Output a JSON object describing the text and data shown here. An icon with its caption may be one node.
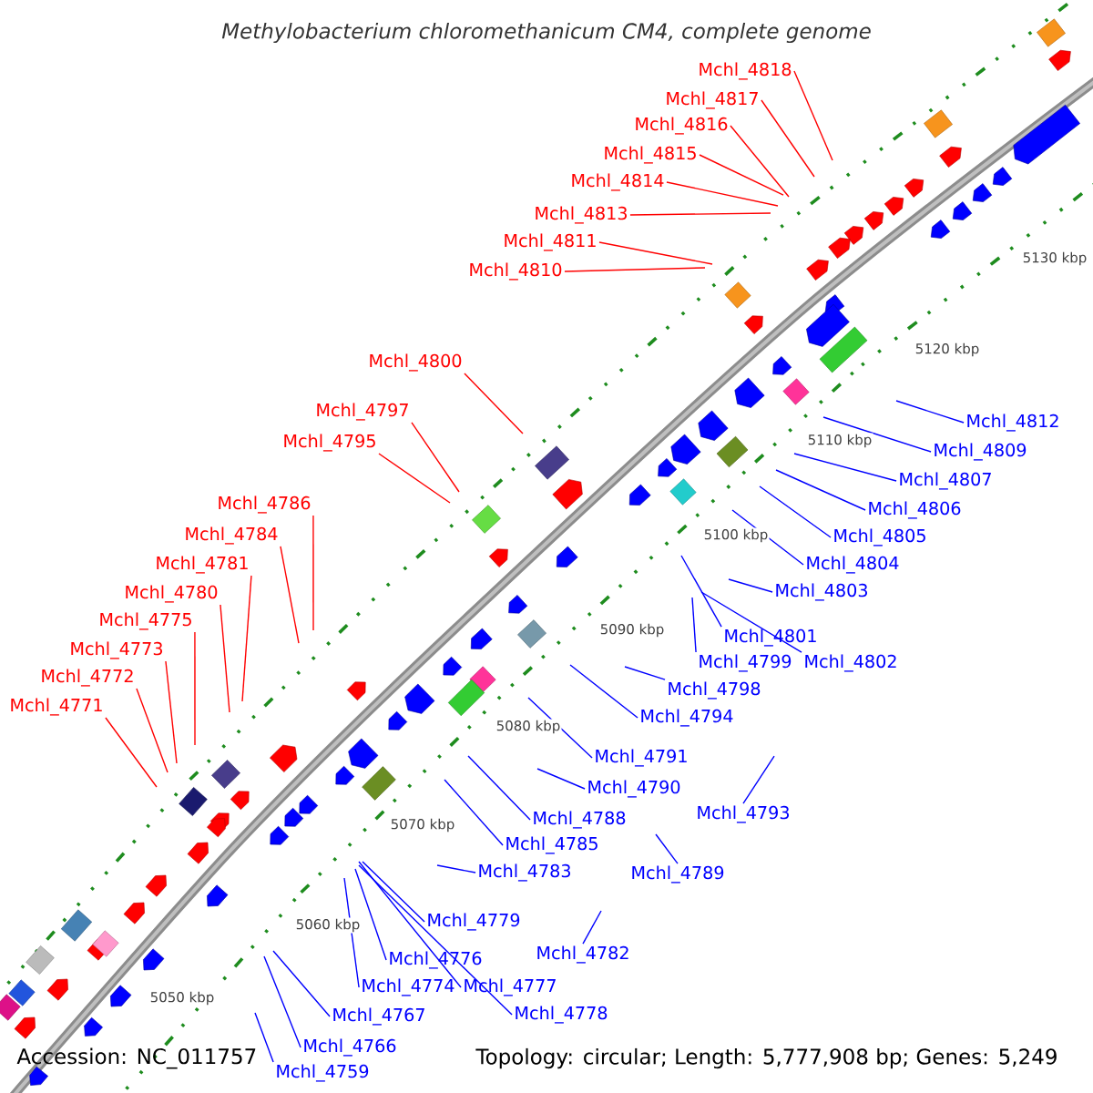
{
  "diagram": {
    "title": "Methylobacterium chloromethanicum CM4, complete genome",
    "nodes": [
      {
        "text": [
          "Mchl_4818"
        ]
      },
      {
        "text": [
          "Mchl_4817"
        ]
      },
      {
        "text": [
          "Mchl_4816"
        ]
      },
      {
        "text": [
          "Mchl_4815"
        ]
      },
      {
        "text": [
          "Mchl_4814"
        ]
      },
      {
        "text": [
          "Mchl_4813"
        ]
      },
      {
        "text": [
          "Mchl_4811"
        ]
      },
      {
        "text": [
          "Mchl_4810"
        ]
      },
      {
        "text": [
          "Mchl_4800"
        ]
      },
      {
        "text": [
          "Mchl_4797"
        ]
      },
      {
        "text": [
          "Mchl_4795"
        ]
      },
      {
        "text": [
          "Mchl_4812"
        ]
      },
      {
        "text": [
          "Mchl_4809"
        ]
      },
      {
        "text": [
          "Mchl_4807"
        ]
      },
      {
        "text": [
          "Mchl_4806"
        ]
      },
      {
        "text": [
          "Mchl_4805"
        ]
      },
      {
        "text": [
          "Mchl_4804"
        ]
      },
      {
        "text": [
          "Mchl_4803"
        ]
      },
      {
        "text": [
          "Mchl_4786"
        ]
      },
      {
        "text": [
          "Mchl_4784"
        ]
      },
      {
        "text": [
          "Mchl_4781"
        ]
      },
      {
        "text": [
          "Mchl_4780"
        ]
      },
      {
        "text": [
          "Mchl_4775"
        ]
      },
      {
        "text": [
          "Mchl_4773"
        ]
      },
      {
        "text": [
          "Mchl_4772"
        ]
      },
      {
        "text": [
          "Mchl_4771"
        ]
      },
      {
        "text": [
          "Mchl_4801"
        ]
      },
      {
        "text": [
          "Mchl_4799"
        ]
      },
      {
        "text": [
          "Mchl_4802"
        ]
      },
      {
        "text": [
          "Mchl_4798"
        ]
      },
      {
        "text": [
          "Mchl_4794"
        ]
      },
      {
        "text": [
          "Mchl_4791"
        ]
      },
      {
        "text": [
          "Mchl_4790"
        ]
      },
      {
        "text": [
          "Mchl_4793"
        ]
      },
      {
        "text": [
          "Mchl_4788"
        ]
      },
      {
        "text": [
          "Mchl_4785"
        ]
      },
      {
        "text": [
          "Mchl_4789"
        ]
      },
      {
        "text": [
          "Mchl_4783"
        ]
      },
      {
        "text": [
          "Mchl_4779"
        ]
      },
      {
        "text": [
          "Mchl_4782"
        ]
      },
      {
        "text": [
          "Mchl_4776"
        ]
      },
      {
        "text": [
          "Mchl_4774"
        ]
      },
      {
        "text": [
          "Mchl_4777"
        ]
      },
      {
        "text": [
          "Mchl_4778"
        ]
      },
      {
        "text": [
          "Mchl_4767"
        ]
      },
      {
        "text": [
          "Mchl_4766"
        ]
      },
      {
        "text": [
          "Mchl_4759"
        ]
      }
    ],
    "edges": [
      {
        "from": 0,
        "to": null,
        "arrow": "none",
        "color": "#ff0000"
      },
      {
        "from": 1,
        "to": null,
        "arrow": "none",
        "color": "#ff0000"
      },
      {
        "from": 2,
        "to": null,
        "arrow": "none",
        "color": "#ff0000"
      },
      {
        "from": 3,
        "to": null,
        "arrow": "none",
        "color": "#ff0000"
      },
      {
        "from": 4,
        "to": null,
        "arrow": "none",
        "color": "#ff0000"
      },
      {
        "from": 5,
        "to": null,
        "arrow": "none",
        "color": "#ff0000"
      },
      {
        "from": 6,
        "to": null,
        "arrow": "none",
        "color": "#ff0000"
      },
      {
        "from": 7,
        "to": null,
        "arrow": "none",
        "color": "#ff0000"
      },
      {
        "from": 8,
        "to": null,
        "arrow": "none",
        "color": "#ff0000"
      },
      {
        "from": 9,
        "to": null,
        "arrow": "none",
        "color": "#ff0000"
      },
      {
        "from": 10,
        "to": null,
        "arrow": "none",
        "color": "#ff0000"
      },
      {
        "from": 11,
        "to": null,
        "arrow": "none"
      },
      {
        "from": 12,
        "to": null,
        "arrow": "none"
      },
      {
        "from": 13,
        "to": null,
        "arrow": "none"
      },
      {
        "from": 14,
        "to": null,
        "arrow": "none"
      },
      {
        "from": 15,
        "to": null,
        "arrow": "none"
      },
      {
        "from": 16,
        "to": null,
        "arrow": "none"
      },
      {
        "from": 17,
        "to": null,
        "arrow": "none"
      },
      {
        "from": 18,
        "to": null,
        "arrow": "none",
        "color": "#ff0000"
      },
      {
        "from": 19,
        "to": null,
        "arrow": "none",
        "color": "#ff0000"
      },
      {
        "from": 20,
        "to": null,
        "arrow": "none",
        "color": "#ff0000"
      },
      {
        "from": 21,
        "to": null,
        "arrow": "none",
        "color": "#ff0000"
      },
      {
        "from": 22,
        "to": null,
        "arrow": "none",
        "color": "#ff0000"
      },
      {
        "from": 23,
        "to": null,
        "arrow": "none",
        "color": "#ff0000"
      },
      {
        "from": 24,
        "to": null,
        "arrow": "none",
        "color": "#ff0000"
      },
      {
        "from": 25,
        "to": null,
        "arrow": "none",
        "color": "#ff0000"
      },
      {
        "from": 26,
        "to": null,
        "arrow": "none"
      },
      {
        "from": 27,
        "to": null,
        "arrow": "none"
      },
      {
        "from": 28,
        "to": null,
        "arrow": "none"
      },
      {
        "from": 29,
        "to": null,
        "arrow": "none"
      },
      {
        "from": 30,
        "to": null,
        "arrow": "none"
      },
      {
        "from": 31,
        "to": null,
        "arrow": "none"
      },
      {
        "from": 32,
        "to": null,
        "arrow": "none"
      },
      {
        "from": 33,
        "to": null,
        "arrow": "none"
      },
      {
        "from": 34,
        "to": null,
        "arrow": "none"
      },
      {
        "from": 35,
        "to": null,
        "arrow": "none"
      },
      {
        "from": 36,
        "to": null,
        "arrow": "none"
      },
      {
        "from": 37,
        "to": null,
        "arrow": "none"
      },
      {
        "from": 38,
        "to": null,
        "arrow": "none"
      },
      {
        "from": 39,
        "to": null,
        "arrow": "none"
      },
      {
        "from": 40,
        "to": null,
        "arrow": "none"
      },
      {
        "from": 41,
        "to": null,
        "arrow": "none"
      },
      {
        "from": 42,
        "to": null,
        "arrow": "none"
      },
      {
        "from": 43,
        "to": null,
        "arrow": "none"
      },
      {
        "from": 44,
        "to": null,
        "arrow": "none"
      },
      {
        "from": 45,
        "to": null,
        "arrow": "none"
      },
      {
        "from": 46,
        "to": null,
        "arrow": "none"
      }
    ],
    "labels": [
      "5130 kbp",
      "5120 kbp",
      "5110 kbp",
      "5100 kbp",
      "5090 kbp",
      "5080 kbp",
      "5070 kbp",
      "5060 kbp",
      "5050 kbp",
      "Accession: NC_011757",
      "Topology: circular; Length: 5,777,908 bp; Genes: 5,249"
    ]
  }
}
